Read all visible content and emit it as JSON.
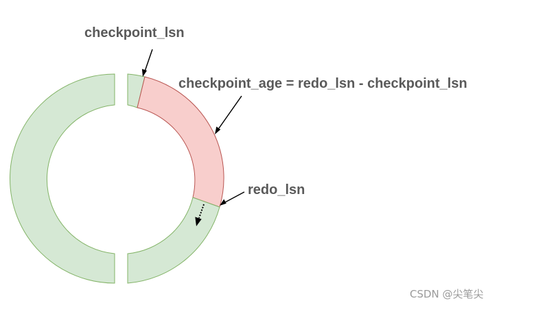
{
  "diagram": {
    "labels": {
      "checkpoint_lsn": "checkpoint_lsn",
      "checkpoint_age": "checkpoint_age = redo_lsn - checkpoint_lsn",
      "redo_lsn": "redo_lsn"
    },
    "watermark": "CSDN @尖笔尖"
  },
  "colors": {
    "free_fill": "#d5e8d4",
    "free_stroke": "#82b366",
    "age_fill": "#f8cecc",
    "age_stroke": "#b85450",
    "arrow": "#000000",
    "label_text": "#5a5a5a",
    "watermark_text": "#9a9a9a"
  }
}
